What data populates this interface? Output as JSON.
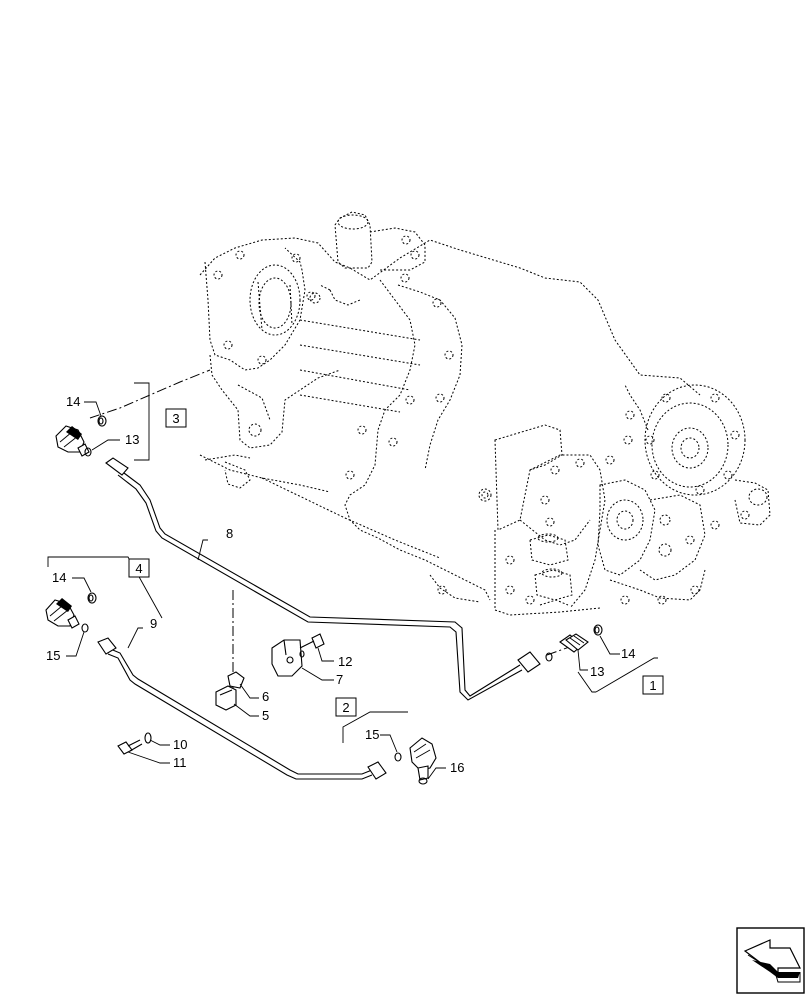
{
  "diagram": {
    "callouts": {
      "c14a": "14",
      "c13a": "13",
      "c14b": "14",
      "c15a": "15",
      "c8": "8",
      "c9": "9",
      "c12": "12",
      "c7": "7",
      "c6": "6",
      "c5": "5",
      "c10": "10",
      "c11": "11",
      "c14c": "14",
      "c13b": "13",
      "c15b": "15",
      "c16": "16"
    },
    "group_boxes": {
      "g1": "1",
      "g2": "2",
      "g3": "3",
      "g4": "4"
    }
  },
  "nav": {
    "icon": "next-page-arrow-icon"
  }
}
